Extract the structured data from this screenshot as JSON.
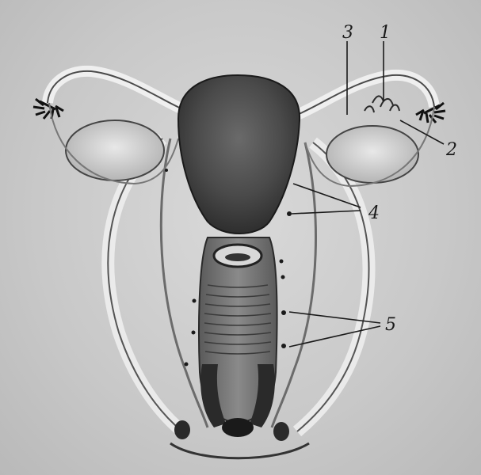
{
  "figure": {
    "labels": {
      "label_1": "1",
      "label_2": "2",
      "label_3": "3",
      "label_4": "4",
      "label_5": "5"
    }
  },
  "colors": {
    "background": "#cfcfcf",
    "tissue_light": "#e6e6e6",
    "tissue_mid": "#9a9a9a",
    "tissue_dark": "#3a3a3a",
    "ink": "#1a1a1a"
  }
}
